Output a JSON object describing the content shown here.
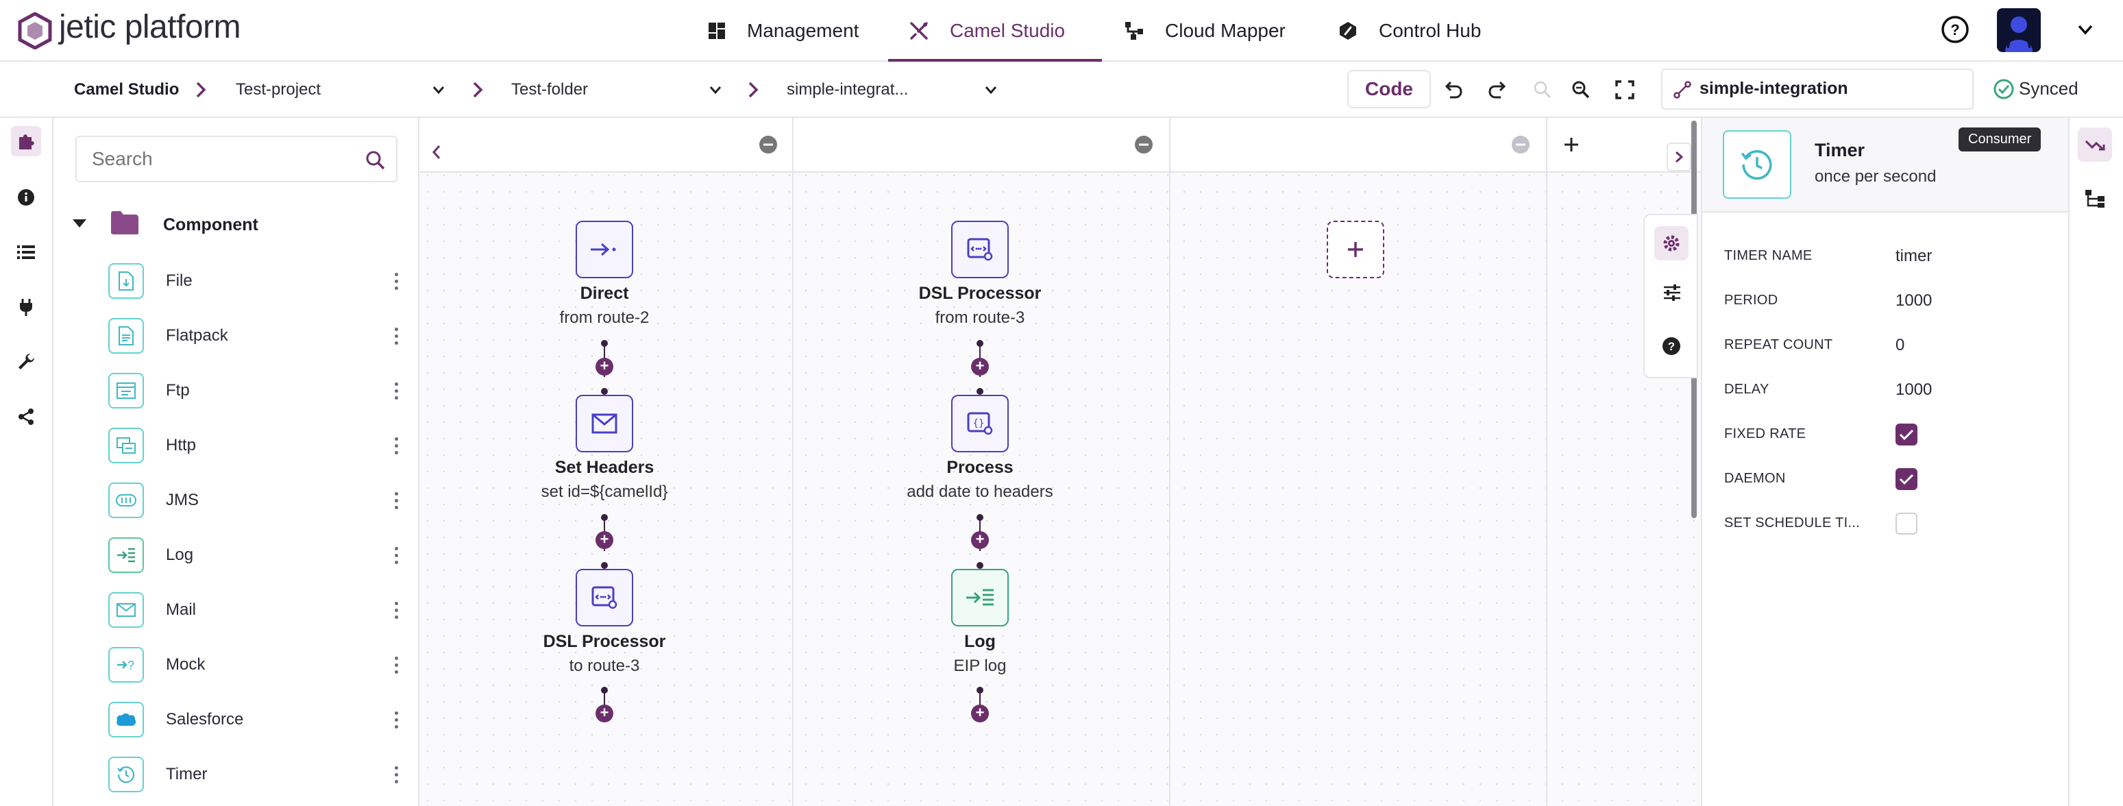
{
  "app": {
    "logo_text": "jetic platform"
  },
  "nav": {
    "items": [
      {
        "label": "Management"
      },
      {
        "label": "Camel Studio"
      },
      {
        "label": "Cloud Mapper"
      },
      {
        "label": "Control Hub"
      }
    ],
    "active_index": 1
  },
  "breadcrumb": {
    "root": "Camel Studio",
    "project": "Test-project",
    "folder": "Test-folder",
    "integration": "simple-integrat..."
  },
  "toolbar": {
    "code_label": "Code",
    "integration_name": "simple-integration",
    "sync_status": "Synced"
  },
  "components": {
    "search_placeholder": "Search",
    "group_label": "Component",
    "items": [
      {
        "label": "File",
        "icon": "file-icon"
      },
      {
        "label": "Flatpack",
        "icon": "flatpack-icon"
      },
      {
        "label": "Ftp",
        "icon": "ftp-icon"
      },
      {
        "label": "Http",
        "icon": "http-icon"
      },
      {
        "label": "JMS",
        "icon": "jms-icon"
      },
      {
        "label": "Log",
        "icon": "log-icon"
      },
      {
        "label": "Mail",
        "icon": "mail-icon"
      },
      {
        "label": "Mock",
        "icon": "mock-icon"
      },
      {
        "label": "Salesforce",
        "icon": "salesforce-icon"
      },
      {
        "label": "Timer",
        "icon": "timer-icon"
      }
    ]
  },
  "routes": [
    {
      "nodes": [
        {
          "title": "Direct",
          "subtitle": "from route-2",
          "icon": "direct-icon"
        },
        {
          "title": "Set Headers",
          "subtitle": "set id=${camelId}",
          "icon": "envelope-icon"
        },
        {
          "title": "DSL Processor",
          "subtitle": "to route-3",
          "icon": "dsl-processor-icon"
        }
      ]
    },
    {
      "nodes": [
        {
          "title": "DSL Processor",
          "subtitle": "from route-3",
          "icon": "dsl-processor-icon"
        },
        {
          "title": "Process",
          "subtitle": "add date to headers",
          "icon": "process-icon"
        },
        {
          "title": "Log",
          "subtitle": "EIP log",
          "icon": "log-icon"
        }
      ]
    }
  ],
  "properties": {
    "component_title": "Timer",
    "component_subtitle": "once per second",
    "badge": "Consumer",
    "fields": [
      {
        "label": "TIMER NAME",
        "value": "timer"
      },
      {
        "label": "PERIOD",
        "value": "1000"
      },
      {
        "label": "REPEAT COUNT",
        "value": "0"
      },
      {
        "label": "DELAY",
        "value": "1000"
      }
    ],
    "checkboxes": [
      {
        "label": "FIXED RATE",
        "checked": true
      },
      {
        "label": "DAEMON",
        "checked": true
      },
      {
        "label": "SET SCHEDULE TI...",
        "checked": false
      }
    ]
  },
  "colors": {
    "brand": "#6b2e6b",
    "node_border": "#4a3fc4",
    "log_node_border": "#39a37a",
    "component_icon_border": "#64d3cf",
    "sync_ok": "#3aa57d"
  }
}
